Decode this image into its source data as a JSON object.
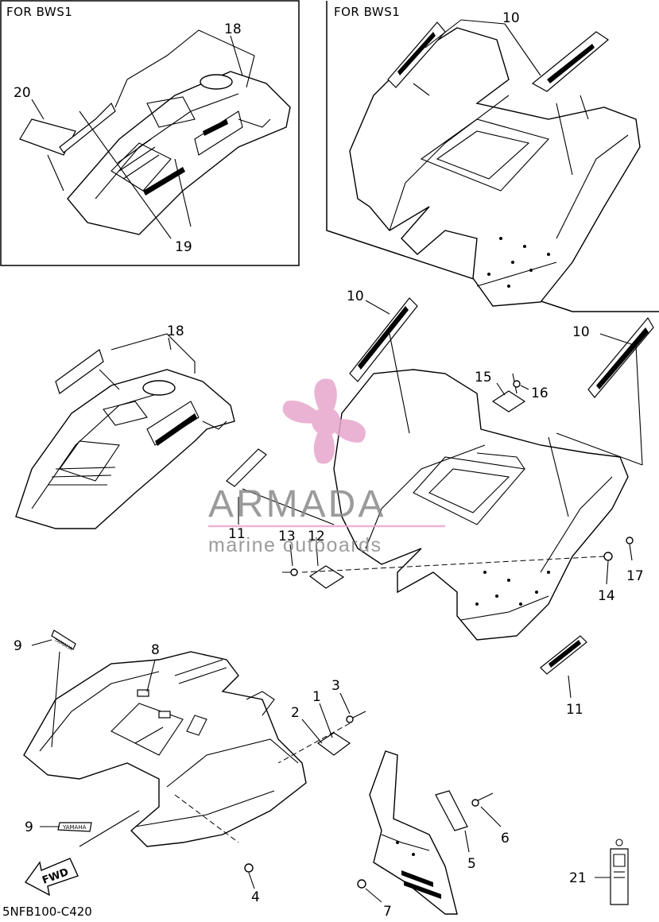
{
  "diagram": {
    "inset_left_label": "FOR BWS1",
    "inset_right_label": "FOR BWS1",
    "drawing_code": "5NFB100-C420",
    "fwd_label": "FWD",
    "decal_text": "YAMAHA",
    "watermark": {
      "brand": "ARMADA",
      "tagline": "marine outboards",
      "accent_color": "#e7a6cc",
      "text_color": "#8a8a8a"
    },
    "callouts": {
      "c1": "1",
      "c2": "2",
      "c3": "3",
      "c4": "4",
      "c5": "5",
      "c6": "6",
      "c7": "7",
      "c8": "8",
      "c9a": "9",
      "c9b": "9",
      "c10a": "10",
      "c10b": "10",
      "c10c": "10",
      "c11a": "11",
      "c11b": "11",
      "c12": "12",
      "c13": "13",
      "c14": "14",
      "c15": "15",
      "c16": "16",
      "c17": "17",
      "c18a": "18",
      "c18b": "18",
      "c19": "19",
      "c20": "20",
      "c21": "21"
    }
  }
}
